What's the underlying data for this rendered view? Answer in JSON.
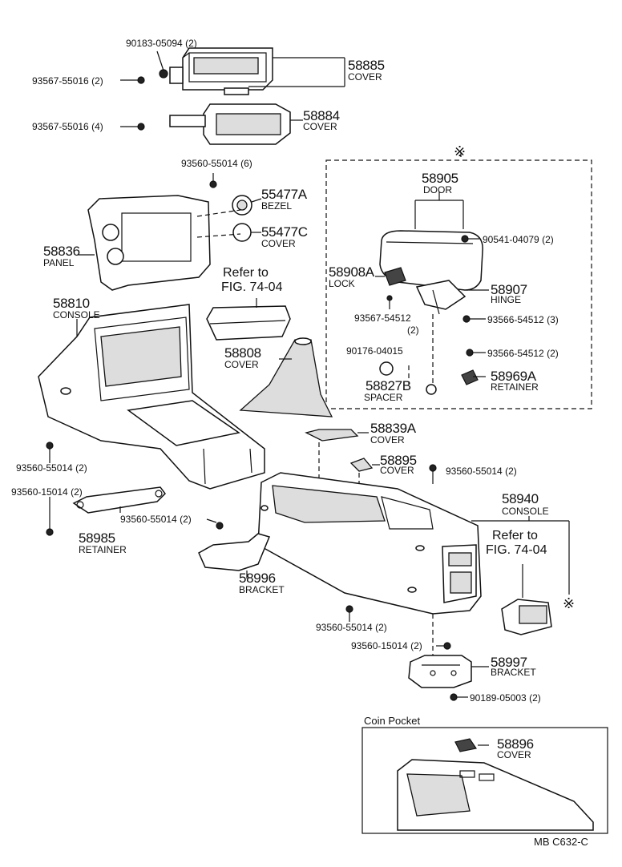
{
  "diagram": {
    "code": "MB  C632-C",
    "coin_pocket_title": "Coin Pocket",
    "reference": {
      "line1": "Refer to",
      "line2": "FIG. 74-04"
    },
    "mark": "※",
    "parts": [
      {
        "id": "p58885",
        "number": "58885",
        "name": "COVER"
      },
      {
        "id": "p58884",
        "number": "58884",
        "name": "COVER"
      },
      {
        "id": "p55477A",
        "number": "55477A",
        "name": "BEZEL"
      },
      {
        "id": "p55477C",
        "number": "55477C",
        "name": "COVER"
      },
      {
        "id": "p58836",
        "number": "58836",
        "name": "PANEL"
      },
      {
        "id": "p58810",
        "number": "58810",
        "name": "CONSOLE"
      },
      {
        "id": "p58808",
        "number": "58808",
        "name": "COVER"
      },
      {
        "id": "p58905",
        "number": "58905",
        "name": "DOOR"
      },
      {
        "id": "p58908A",
        "number": "58908A",
        "name": "LOCK"
      },
      {
        "id": "p58907",
        "number": "58907",
        "name": "HINGE"
      },
      {
        "id": "p58827B",
        "number": "58827B",
        "name": "SPACER"
      },
      {
        "id": "p58969A",
        "number": "58969A",
        "name": "RETAINER"
      },
      {
        "id": "p58839A",
        "number": "58839A",
        "name": "COVER"
      },
      {
        "id": "p58895",
        "number": "58895",
        "name": "COVER"
      },
      {
        "id": "p58940",
        "number": "58940",
        "name": "CONSOLE"
      },
      {
        "id": "p58985",
        "number": "58985",
        "name": "RETAINER"
      },
      {
        "id": "p58996",
        "number": "58996",
        "name": "BRACKET"
      },
      {
        "id": "p58997",
        "number": "58997",
        "name": "BRACKET"
      },
      {
        "id": "p58896",
        "number": "58896",
        "name": "COVER"
      }
    ],
    "fasteners": [
      "90183-05094 (2)",
      "93567-55016 (2)",
      "93567-55016 (4)",
      "93560-55014 (6)",
      "90541-04079 (2)",
      "93567-54512",
      "(2)",
      "93566-54512 (3)",
      "93566-54512 (2)",
      "90176-04015",
      "93560-55014 (2)",
      "93560-55014 (2)",
      "93560-15014 (2)",
      "93560-55014 (2)",
      "93560-55014 (2)",
      "93560-15014 (2)",
      "90189-05003 (2)"
    ]
  }
}
